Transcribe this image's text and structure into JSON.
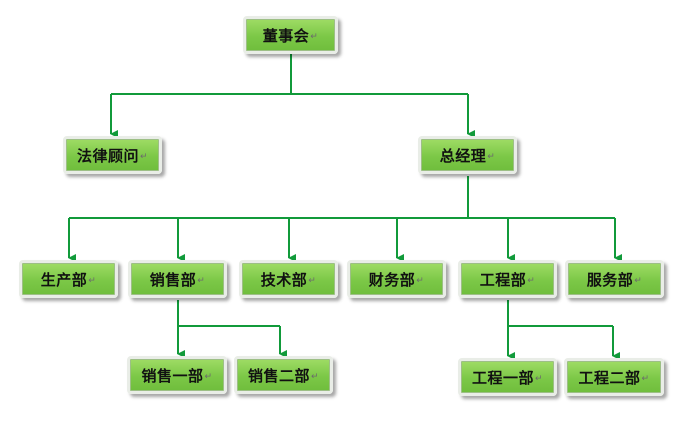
{
  "nodes": {
    "board": "董事会",
    "legal": "法律顾问",
    "gm": "总经理",
    "production": "生产部",
    "sales": "销售部",
    "tech": "技术部",
    "finance": "财务部",
    "engineering": "工程部",
    "service": "服务部",
    "sales1": "销售一部",
    "sales2": "销售二部",
    "eng1": "工程一部",
    "eng2": "工程二部"
  },
  "paragraph_mark": "↵",
  "colors": {
    "node_fill": "#7cc847",
    "connector": "#119a3a"
  }
}
